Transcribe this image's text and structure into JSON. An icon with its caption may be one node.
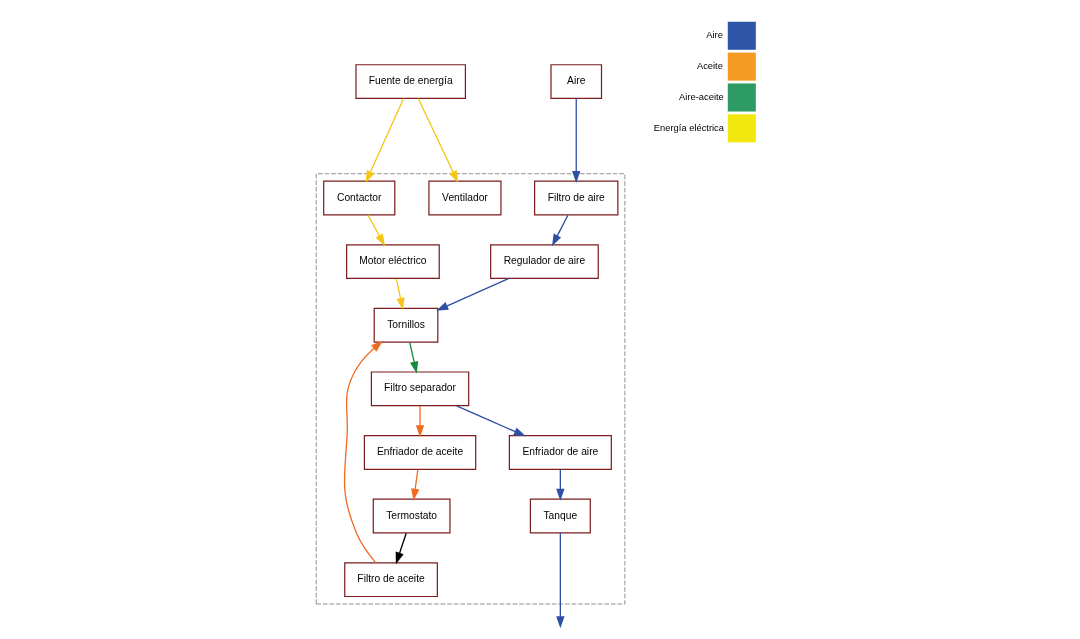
{
  "diagram": {
    "nodes": [
      {
        "text": [],
        "shape": "box"
      },
      {
        "text": [
          "Fuente de energía"
        ]
      },
      {
        "text": [
          "Regulador de aire"
        ],
        "in": 0
      },
      {
        "text": [
          "Ventilador"
        ],
        "in": 0
      },
      {
        "text": [
          "Aire"
        ]
      },
      {
        "text": [
          "Filtro de aire"
        ],
        "in": 0
      },
      {
        "text": [
          "Contactor"
        ],
        "in": 0
      },
      {
        "text": [
          "Tornillos"
        ],
        "in": 0
      },
      {
        "text": [
          "Motor eléctrico"
        ],
        "in": 0
      },
      {
        "text": [
          "Filtro de aceite"
        ],
        "in": 0
      },
      {
        "text": [
          "Filtro separador"
        ],
        "in": 0
      },
      {
        "text": [
          "Termostato"
        ],
        "in": 0
      },
      {
        "text": [
          "Enfriador de aceite"
        ],
        "in": 0
      },
      {
        "text": [
          "Enfriador de aire"
        ],
        "in": 0
      },
      {
        "text": [
          "Tanque"
        ],
        "in": 0
      }
    ],
    "edges": [
      {
        "from": 4,
        "to": 5,
        "arrow": "to",
        "color": "#2e4fa3"
      },
      {
        "from": 5,
        "to": 2,
        "arrow": "to",
        "color": "#2e4fa3"
      },
      {
        "from": 2,
        "to": 7,
        "arrow": "to",
        "color": "#2e4fa3"
      },
      {
        "from": 1,
        "to": 3,
        "arrow": "to",
        "color": "#f5c518"
      },
      {
        "from": 1,
        "to": 6,
        "arrow": "to",
        "color": "#f5c518"
      },
      {
        "from": 6,
        "to": 8,
        "arrow": "to",
        "color": "#f5c518"
      },
      {
        "from": 8,
        "to": 7,
        "arrow": "to",
        "color": "#f5c518"
      },
      {
        "from": 7,
        "to": 10,
        "arrow": "to",
        "color": "#138a3a"
      },
      {
        "from": 10,
        "to": 12,
        "arrow": "to",
        "color": "#f26b21"
      },
      {
        "from": 10,
        "to": 13,
        "arrow": "to",
        "color": "#2e4fa3"
      },
      {
        "from": 12,
        "to": 11,
        "arrow": "to",
        "color": "#f26b21"
      },
      {
        "from": 11,
        "to": 9,
        "arrow": "to",
        "color": "#000000"
      },
      {
        "from": 9,
        "to": 7,
        "arrow": "to",
        "color": "#f26b21"
      },
      {
        "from": 13,
        "to": 14,
        "arrow": "to",
        "color": "#2e4fa3"
      },
      {
        "from": 14,
        "to": null,
        "arrow": "to",
        "color": "#2e4fa3"
      }
    ],
    "legend": [
      {
        "text": "Aire",
        "color": "#2e56a6"
      },
      {
        "text": "Aceite",
        "color": "#f59a23"
      },
      {
        "text": "Aire-aceite",
        "color": "#2e9a64"
      },
      {
        "text": "Energía eléctrica",
        "color": "#f2e80f"
      }
    ]
  }
}
